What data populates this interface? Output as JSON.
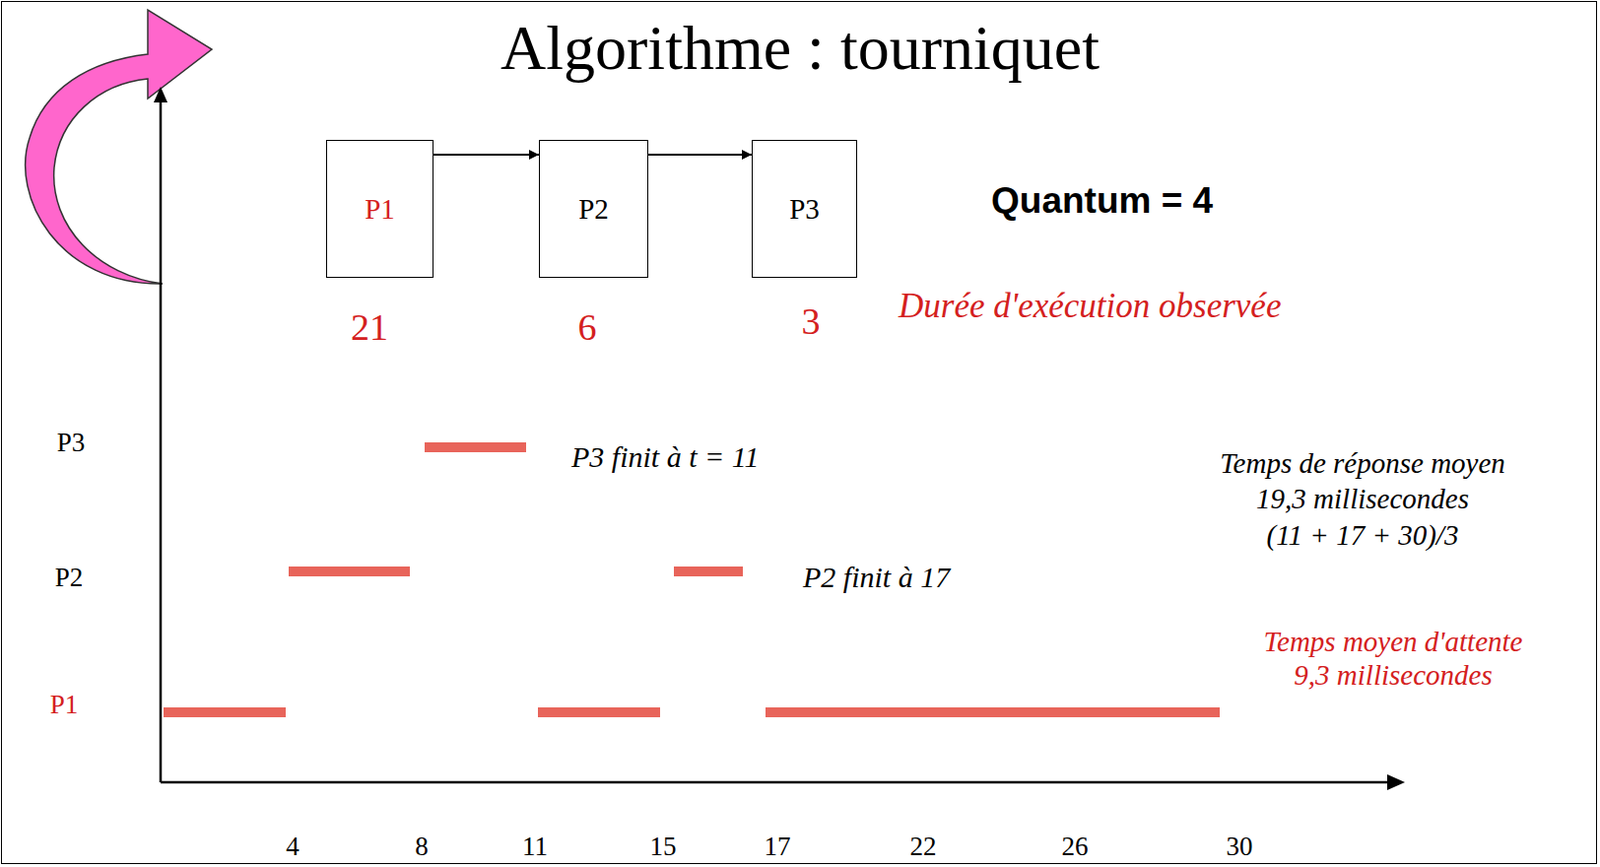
{
  "diagram": {
    "title": "Algorithme : tourniquet",
    "nodes": [
      {
        "text": [
          "P1"
        ]
      },
      {
        "text": [
          "P2"
        ]
      },
      {
        "text": [
          "P3"
        ]
      }
    ],
    "edges": [
      {
        "from": 0,
        "to": 1,
        "arrow": "to"
      },
      {
        "from": 1,
        "to": 2,
        "arrow": "to"
      }
    ],
    "labels": [
      "21",
      "6",
      "3",
      "Quantum = 4",
      "Durée d'exécution observée",
      "P3",
      "P2",
      "P1",
      "P3 finit à t = 11",
      "P2 finit à 17",
      "Temps de réponse moyen",
      "19,3 millisecondes",
      "(11 + 17 + 30)/3",
      "Temps moyen d'attente",
      "9,3 millisecondes",
      "4",
      "8",
      "11",
      "15",
      "17",
      "22",
      "26",
      "30"
    ]
  }
}
